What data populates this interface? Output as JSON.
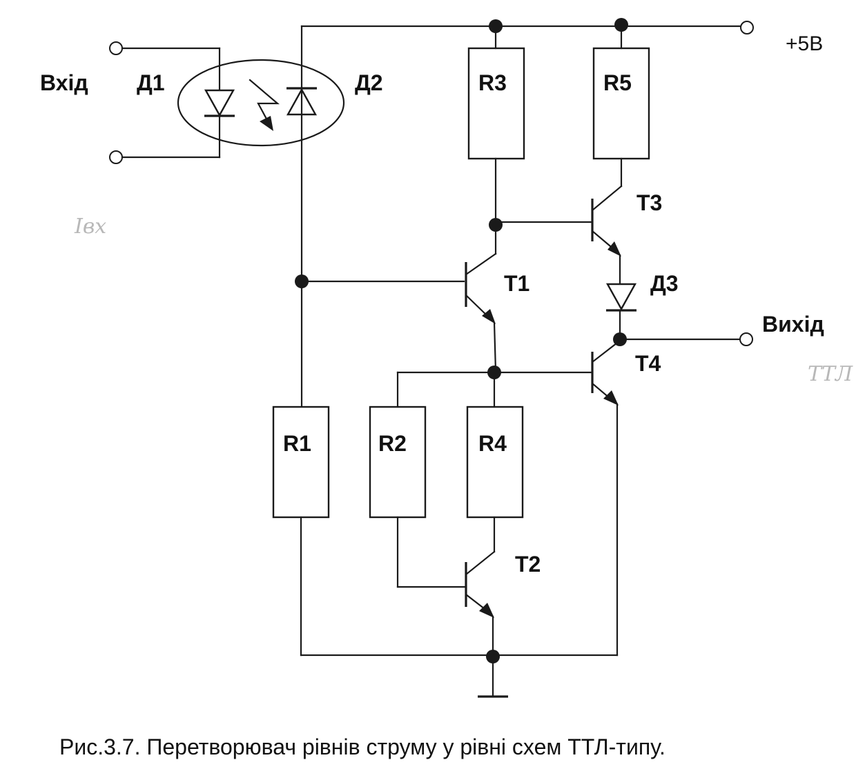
{
  "labels": {
    "input": "Вхід",
    "output": "Вихід",
    "supply": "+5В",
    "d1": "Д1",
    "d2": "Д2",
    "d3": "Д3",
    "r1": "R1",
    "r2": "R2",
    "r3": "R3",
    "r4": "R4",
    "r5": "R5",
    "t1": "T1",
    "t2": "T2",
    "t3": "T3",
    "t4": "T4"
  },
  "handwritten": {
    "input_current": "Iвх",
    "output_type": "ТТЛ"
  },
  "caption": "Рис.3.7. Перетворювач рівнів струму у рівні схем ТТЛ-типу."
}
